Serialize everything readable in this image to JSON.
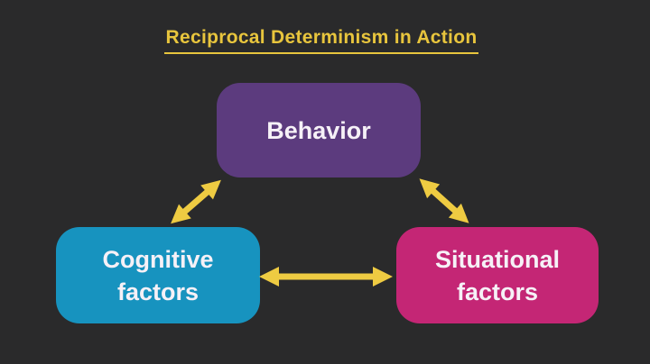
{
  "title": "Reciprocal Determinism in Action",
  "diagram": {
    "nodes": [
      {
        "id": "behavior",
        "label": "Behavior"
      },
      {
        "id": "cognitive",
        "label": "Cognitive factors"
      },
      {
        "id": "situational",
        "label": "Situational factors"
      }
    ],
    "edges": [
      {
        "from": "behavior",
        "to": "cognitive",
        "style": "double-headed-arrow"
      },
      {
        "from": "behavior",
        "to": "situational",
        "style": "double-headed-arrow"
      },
      {
        "from": "cognitive",
        "to": "situational",
        "style": "double-headed-arrow"
      }
    ]
  },
  "colors": {
    "background": "#2a2a2b",
    "title": "#e8c53d",
    "arrow": "#eecb42",
    "behavior-box": "#5c3b7e",
    "cognitive-box": "#1793bf",
    "situational-box": "#c42675",
    "box-text": "#f6f1f7"
  }
}
